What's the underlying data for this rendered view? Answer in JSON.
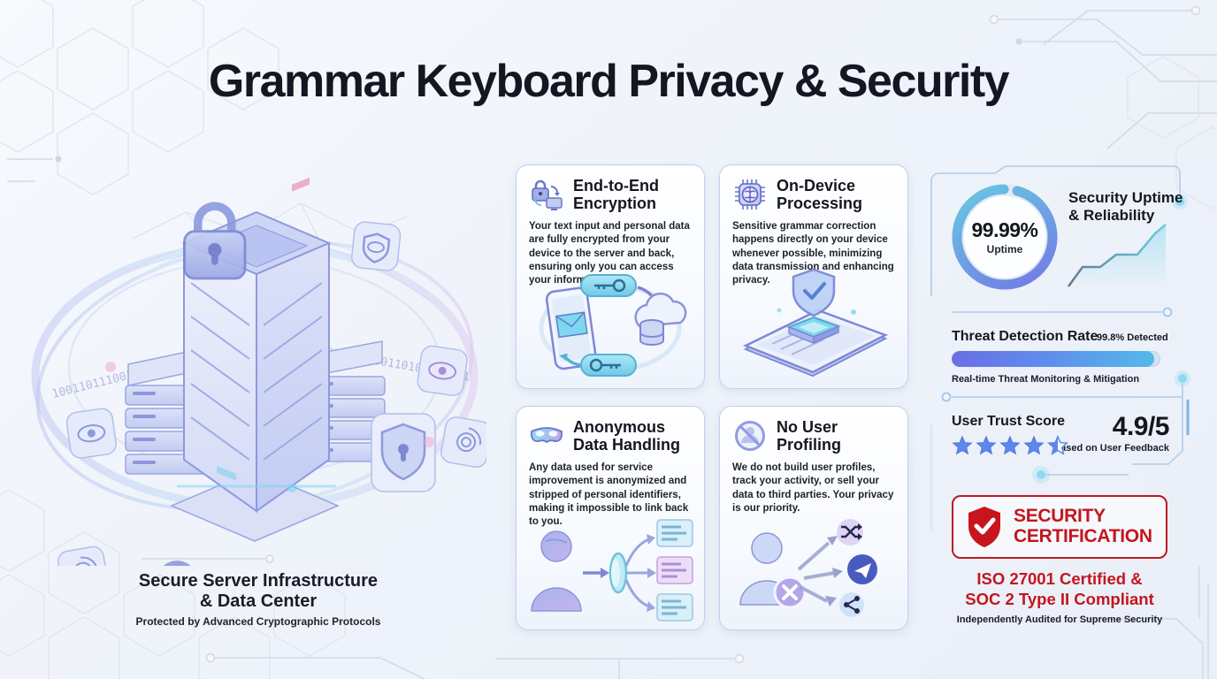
{
  "title": "Grammar Keyboard Privacy & Security",
  "hero": {
    "illustration": "secure-server-globe-illustration",
    "caption_line1": "Secure Server Infrastructure",
    "caption_line2": "& Data Center",
    "subcaption": "Protected by Advanced Cryptographic Protocols",
    "binary_stream_left": "100110111001101011010011",
    "binary_stream_right": "011010011100110101101001"
  },
  "cards": [
    {
      "icon": "lock-sync-icon",
      "title_line1": "End-to-End",
      "title_line2": "Encryption",
      "body": "Your text input and personal data are fully encrypted from your device to the server and back, ensuring only you can access your information.",
      "art": "encryption-cycle-illustration"
    },
    {
      "icon": "chip-brain-icon",
      "title_line1": "On-Device",
      "title_line2": "Processing",
      "body": "Sensitive grammar correction happens directly on your device whenever possible, minimizing data transmission and enhancing privacy.",
      "art": "device-chip-shield-illustration"
    },
    {
      "icon": "mask-icon",
      "title_line1": "Anonymous",
      "title_line2": "Data Handling",
      "body": "Any data used for service improvement is anonymized and stripped of personal identifiers, making it impossible to link back to you.",
      "art": "anonymization-flow-illustration"
    },
    {
      "icon": "no-user-icon",
      "title_line1": "No User",
      "title_line2": "Profiling",
      "body": "We do not build user profiles, track your activity, or sell your data to third parties. Your privacy is our priority.",
      "art": "no-sharing-illustration"
    }
  ],
  "right_panel": {
    "uptime": {
      "heading_line1": "Security Uptime",
      "heading_line2": "& Reliability",
      "value": "99.99%",
      "label": "Uptime",
      "gauge_percent": 99.99
    },
    "threat": {
      "heading": "Threat Detection Rate",
      "badge": "99.8% Detected",
      "percent": 99.8,
      "caption": "Real-time Threat Monitoring & Mitigation"
    },
    "trust": {
      "heading": "User Trust Score",
      "score": "4.9/5",
      "stars": 4.5,
      "caption": "Based on User Feedback"
    },
    "certification": {
      "icon": "shield-check-icon",
      "badge_line1": "SECURITY",
      "badge_line2": "CERTIFICATION",
      "claim_line1": "ISO 27001 Certified &",
      "claim_line2": "SOC 2 Type II Compliant",
      "footnote": "Independently Audited for Supreme Security"
    }
  },
  "chart_data": [
    {
      "type": "gauge",
      "title": "Security Uptime & Reliability",
      "values": [
        99.99
      ],
      "value_label": "99.99% Uptime"
    },
    {
      "type": "bar",
      "categories": [
        "Threat Detection Rate"
      ],
      "values": [
        99.8
      ],
      "title": "Threat Detection Rate",
      "ylim": [
        0,
        100
      ],
      "annotation": "99.8% Detected"
    },
    {
      "type": "bar",
      "categories": [
        "User Trust Score"
      ],
      "values": [
        4.9
      ],
      "ylim": [
        0,
        5
      ],
      "annotation": "4.9/5 Based on User Feedback"
    },
    {
      "type": "area",
      "title": "uptime-trend-decorative",
      "x": [
        0,
        1,
        2,
        3,
        4,
        5,
        6
      ],
      "values": [
        10,
        35,
        35,
        52,
        52,
        80,
        92
      ],
      "xlabel": "",
      "ylabel": ""
    }
  ],
  "colors": {
    "accent_purple": "#6a6ee7",
    "accent_blue": "#5b87e8",
    "accent_cyan": "#54b9ea",
    "alert_red": "#c3161d",
    "text_dark": "#15171f",
    "card_border": "#bed2ec"
  }
}
